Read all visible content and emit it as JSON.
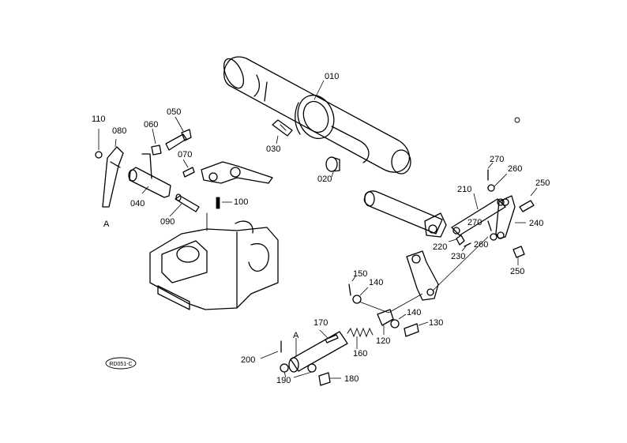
{
  "labels": [
    {
      "id": "010",
      "text": "010"
    },
    {
      "id": "020",
      "text": "020"
    },
    {
      "id": "030",
      "text": "030"
    },
    {
      "id": "040",
      "text": "040"
    },
    {
      "id": "050",
      "text": "050"
    },
    {
      "id": "060",
      "text": "060"
    },
    {
      "id": "070",
      "text": "070"
    },
    {
      "id": "080",
      "text": "080"
    },
    {
      "id": "090",
      "text": "090"
    },
    {
      "id": "100",
      "text": "100"
    },
    {
      "id": "110",
      "text": "110"
    },
    {
      "id": "120",
      "text": "120"
    },
    {
      "id": "130",
      "text": "130"
    },
    {
      "id": "140a",
      "text": "140"
    },
    {
      "id": "140b",
      "text": "140"
    },
    {
      "id": "150",
      "text": "150"
    },
    {
      "id": "160",
      "text": "160"
    },
    {
      "id": "170",
      "text": "170"
    },
    {
      "id": "180",
      "text": "180"
    },
    {
      "id": "190",
      "text": "190"
    },
    {
      "id": "200",
      "text": "200"
    },
    {
      "id": "210",
      "text": "210"
    },
    {
      "id": "220",
      "text": "220"
    },
    {
      "id": "230",
      "text": "230"
    },
    {
      "id": "240",
      "text": "240"
    },
    {
      "id": "250a",
      "text": "250"
    },
    {
      "id": "250b",
      "text": "250"
    },
    {
      "id": "260a",
      "text": "260"
    },
    {
      "id": "260b",
      "text": "260"
    },
    {
      "id": "270a",
      "text": "270"
    },
    {
      "id": "270b",
      "text": "270"
    }
  ],
  "ref_a_top": "A",
  "ref_a_bottom": "A",
  "drawing_code": "RD051-C"
}
